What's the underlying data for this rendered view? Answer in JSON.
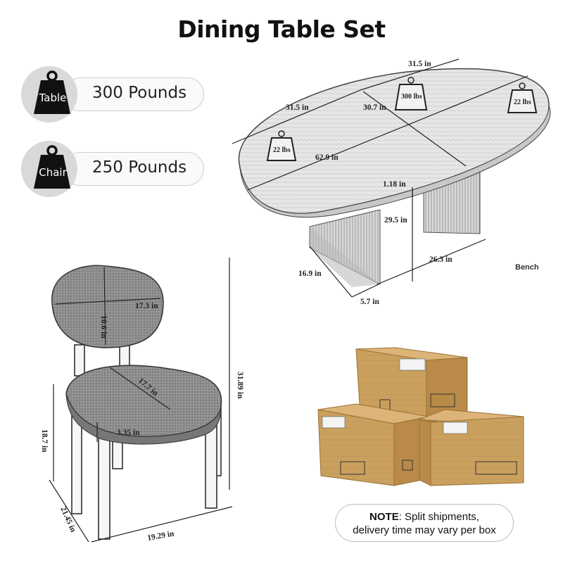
{
  "title": "Dining Table Set",
  "weights": [
    {
      "label": "Table",
      "value": "300 Pounds"
    },
    {
      "label": "Chair",
      "value": "250 Pounds"
    }
  ],
  "table_dims": {
    "top_right": "31.5 in",
    "left_width": "31.5 in",
    "depth": "30.7 in",
    "length": "62.9 in",
    "top_thickness": "1.18 in",
    "leg_height": "29.5 in",
    "base_length": "26.3 in",
    "base_depth": "16.9 in",
    "base_width": "5.7 in",
    "center_weight": "300 lbs",
    "end_weight_left": "22 lbs",
    "end_weight_right": "22 lbs"
  },
  "bench_label": "Bench",
  "chair_dims": {
    "back_width": "17.3 in",
    "back_height": "10.6 in",
    "seat_width": "17.7 in",
    "seat_thickness": "3.35 in",
    "total_height": "31.89 in",
    "seat_height": "18.7 in",
    "depth": "21.45 in",
    "width": "19.29 in"
  },
  "note": {
    "bold": "NOTE",
    "text_1": ": Split shipments,",
    "text_2": "delivery time may vary per box"
  },
  "colors": {
    "cardboard": "#c99a55",
    "tape": "#b88a48",
    "weight_icon": "#111111",
    "pill_bg": "#d9d9d9"
  }
}
